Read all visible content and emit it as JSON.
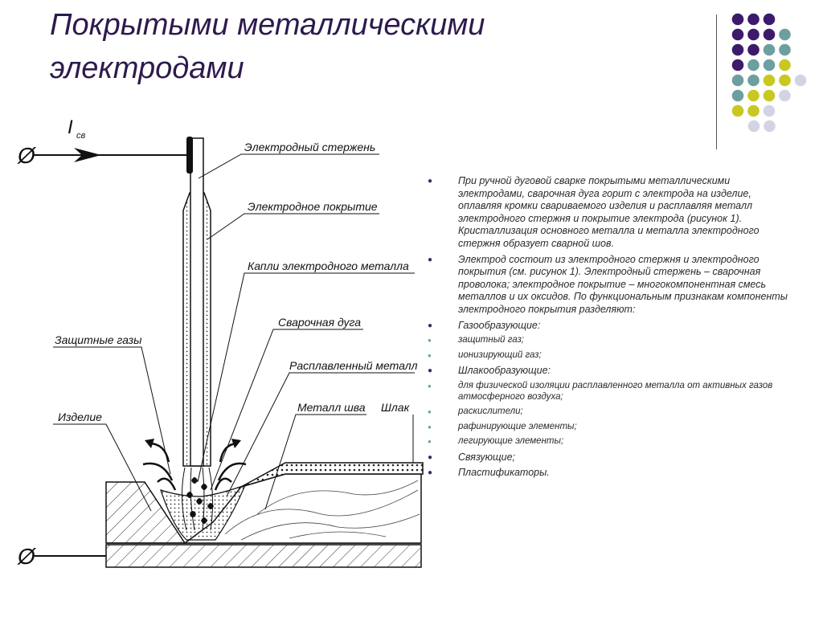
{
  "title": "Покрытыми металлическими электродами",
  "diagram": {
    "current_symbol": "I",
    "current_subscript": "св",
    "terminal_top": "Ø",
    "terminal_bottom": "Ø",
    "labels": {
      "rod": "Электродный стержень",
      "coating": "Электродное покрытие",
      "drops": "Капли электродного металла",
      "arc": "Сварочная дуга",
      "gases": "Защитные газы",
      "molten": "Расплавленный металл",
      "workpiece": "Изделие",
      "weld": "Металл шва",
      "slag": "Шлак"
    }
  },
  "decor": {
    "colors": {
      "purple": "#3d1a6b",
      "teal": "#6d9fa0",
      "yellow": "#c8c821",
      "lavender": "#d3d3e6"
    }
  },
  "bullets": [
    {
      "text": "При ручной дуговой сварке покрытыми металлическими электродами, сварочная дуга горит с электрода на изделие, оплавляя кромки свариваемого изделия и расплавляя металл электродного стержня и покрытие электрода (рисунок 1). Кристаллизация основного металла и металла электродного стержня образует сварной шов.",
      "sub": []
    },
    {
      "text": "Электрод состоит из электродного стержня и электродного покрытия (см. рисунок 1). Электродный стержень – сварочная проволока; электродное покрытие – многокомпонентная смесь металлов и их оксидов. По функциональным признакам компоненты электродного покрытия разделяют:",
      "sub": []
    },
    {
      "text": "Газообразующие:",
      "sub": [
        "защитный газ;",
        "ионизирующий газ;"
      ]
    },
    {
      "text": "Шлакообразующие:",
      "sub": [
        "для физической изоляции расплавленного металла от активных газов атмосферного воздуха;",
        "раскислители;",
        "рафинирующие элементы;",
        "легирующие элементы;"
      ]
    },
    {
      "text": "Связующие;",
      "sub": []
    },
    {
      "text": "Пластификаторы.",
      "sub": []
    }
  ]
}
